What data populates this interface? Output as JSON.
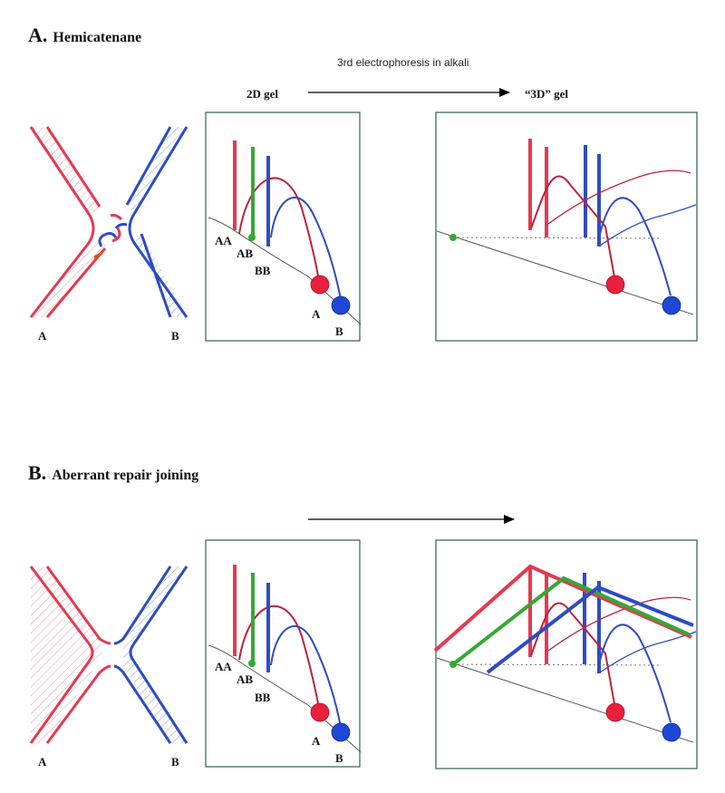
{
  "panel_a": {
    "letter": "A.",
    "title": "Hemicatenane",
    "arrow_note": "3rd electrophoresis in alkali",
    "gel2d_label": "2D gel",
    "gel3d_label": "“3D” gel",
    "strand_a": "A",
    "strand_b": "B",
    "spot_aa": "AA",
    "spot_ab": "AB",
    "spot_bb": "BB",
    "spot_a": "A",
    "spot_b": "B"
  },
  "panel_b": {
    "letter": "B.",
    "title": "Aberrant repair joining",
    "strand_a": "A",
    "strand_b": "B",
    "spot_aa": "AA",
    "spot_ab": "AB",
    "spot_bb": "BB",
    "spot_a": "A",
    "spot_b": "B"
  },
  "colors": {
    "red": "#e53950",
    "blue": "#2e4cc2",
    "green": "#35a834",
    "spot_red": "#e8203e",
    "spot_blue": "#1f47d6",
    "frame": "#2f5d52"
  }
}
